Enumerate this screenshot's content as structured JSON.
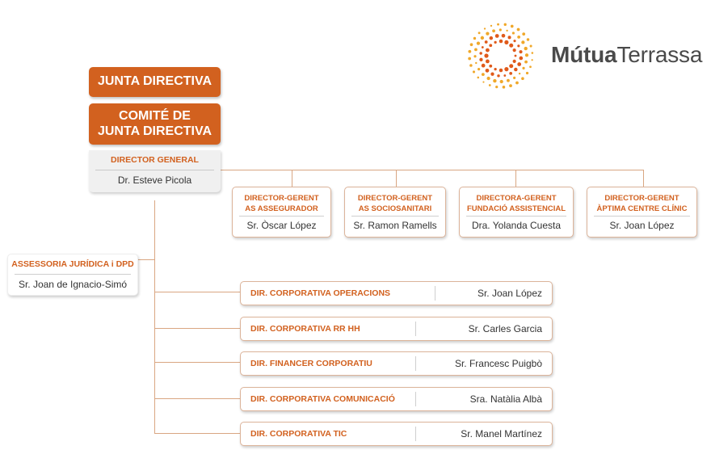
{
  "logo": {
    "name_bold": "Mútua",
    "name_regular": "Terrassa",
    "colors": {
      "inner": "#e05a1a",
      "outer": "#f0a82a"
    }
  },
  "top_boxes": {
    "junta": "JUNTA DIRECTIVA",
    "comite": "COMITÉ DE\nJUNTA DIRECTIVA"
  },
  "director_general": {
    "title": "DIRECTOR GENERAL",
    "name": "Dr. Esteve Picola"
  },
  "gerents": [
    {
      "title": "DIRECTOR-GERENT\nAS ASSEGURADOR",
      "name": "Sr. Òscar López"
    },
    {
      "title": "DIRECTOR-GERENT\nAS SOCIOSANITARI",
      "name": "Sr. Ramon Ramells"
    },
    {
      "title": "DIRECTORA-GERENT\nFUNDACIÓ ASSISTENCIAL",
      "name": "Dra. Yolanda Cuesta"
    },
    {
      "title": "DIRECTOR-GERENT\nÀPTIMA CENTRE CLÍNIC",
      "name": "Sr. Joan López"
    }
  ],
  "assessoria": {
    "title": "ASSESSORIA JURÍDICA i DPD",
    "name": "Sr. Joan de Ignacio-Simó"
  },
  "corporate": [
    {
      "title": "DIR. CORPORATIVA OPERACIONS",
      "name": "Sr. Joan López"
    },
    {
      "title": "DIR. CORPORATIVA RR HH",
      "name": "Sr. Carles Garcia"
    },
    {
      "title": "DIR. FINANCER CORPORATIU",
      "name": "Sr. Francesc Puigbò"
    },
    {
      "title": "DIR. CORPORATIVA COMUNICACIÓ",
      "name": "Sra. Natàlia Albà"
    },
    {
      "title": "DIR. CORPORATIVA TIC",
      "name": "Sr. Manel Martínez"
    }
  ],
  "colors": {
    "accent": "#d2611f",
    "connector": "#d9a682",
    "text": "#333333"
  }
}
